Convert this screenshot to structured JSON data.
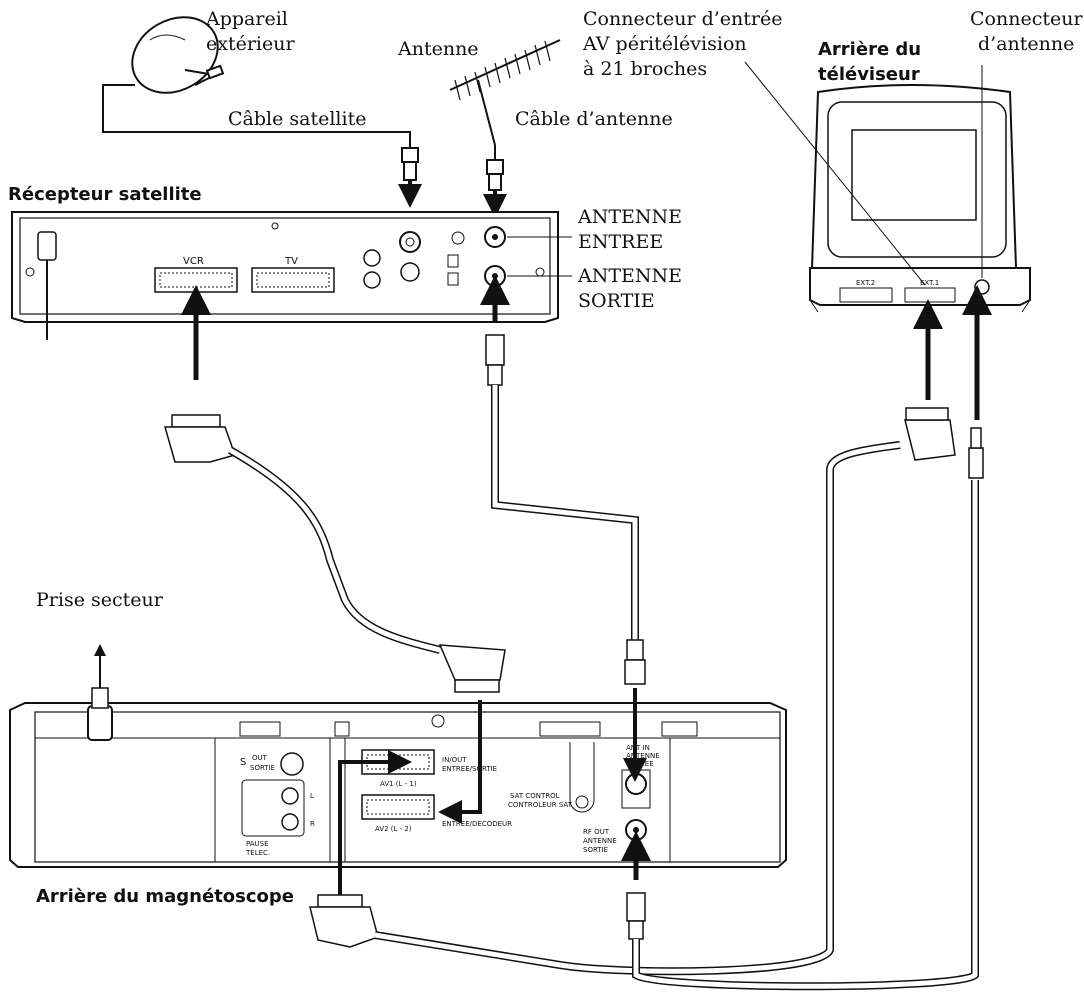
{
  "labels": {
    "appareil_exterieur_1": "Appareil",
    "appareil_exterieur_2": "extérieur",
    "antenne": "Antenne",
    "cable_satellite": "Câble satellite",
    "cable_antenne": "Câble d’antenne",
    "connecteur_entree_1": "Connecteur d’entrée",
    "connecteur_entree_2": "AV péritélévision",
    "connecteur_entree_3": "à 21 broches",
    "connecteur_antenne_1": "Connecteur",
    "connecteur_antenne_2": "d’antenne",
    "arriere_tv_1": "Arrière du",
    "arriere_tv_2": "téléviseur",
    "recepteur_satellite": "Récepteur satellite",
    "antenne_entree_1": "ANTENNE",
    "antenne_entree_2": "ENTREE",
    "antenne_sortie_1": "ANTENNE",
    "antenne_sortie_2": "SORTIE",
    "prise_secteur": "Prise secteur",
    "arriere_magnetoscope": "Arrière du magnétoscope"
  },
  "receiver": {
    "scart_vcr": "VCR",
    "scart_tv": "TV"
  },
  "tv": {
    "ext2": "EXT.2",
    "ext1": "EXT.1"
  },
  "vcr": {
    "s_label": "S",
    "out_label": "OUT",
    "sortie_label": "SORTIE",
    "av1_io_1": "IN/OUT",
    "av1_io_2": "ENTREE/SORTIE",
    "av1_name": "AV1 (L - 1)",
    "av2_name": "AV2 (L - 2)",
    "av2_io": "ENTREE/DECODEUR",
    "sat_control_1": "SAT CONTROL",
    "sat_control_2": "CONTROLEUR SAT",
    "ant_in_1": "ANT IN",
    "ant_in_2": "ANTENNE",
    "ant_in_3": "ENTREE",
    "rf_out_1": "RF OUT",
    "rf_out_2": "ANTENNE",
    "rf_out_3": "SORTIE",
    "pause_1": "PAUSE",
    "pause_2": "TELEC.",
    "audio_l": "L",
    "audio_r": "R"
  }
}
